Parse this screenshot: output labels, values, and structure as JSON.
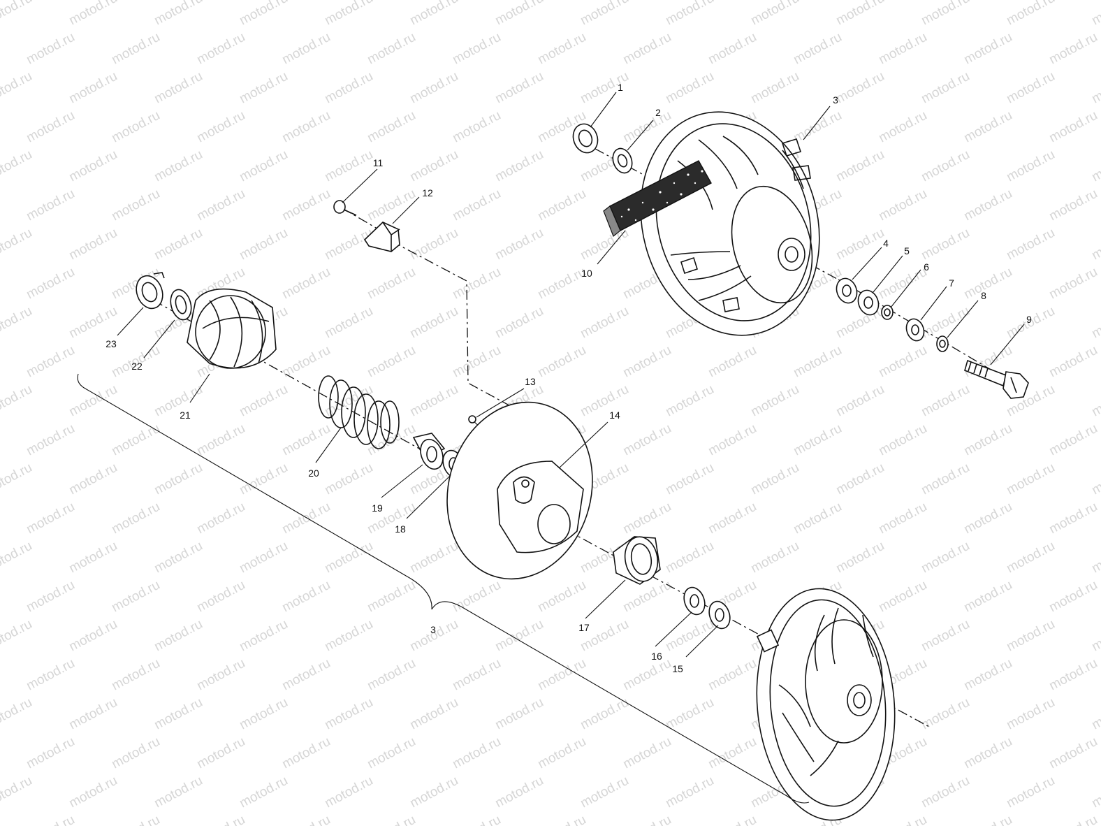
{
  "watermark": {
    "text": "motod.ru",
    "color": "#d6d6d6"
  },
  "callouts": [
    {
      "id": "1",
      "label": "1"
    },
    {
      "id": "2",
      "label": "2"
    },
    {
      "id": "3",
      "label": "3"
    },
    {
      "id": "4",
      "label": "4"
    },
    {
      "id": "5",
      "label": "5"
    },
    {
      "id": "6",
      "label": "6"
    },
    {
      "id": "7",
      "label": "7"
    },
    {
      "id": "8",
      "label": "8"
    },
    {
      "id": "9",
      "label": "9"
    },
    {
      "id": "10",
      "label": "10"
    },
    {
      "id": "11",
      "label": "11"
    },
    {
      "id": "12",
      "label": "12"
    },
    {
      "id": "13",
      "label": "13"
    },
    {
      "id": "14",
      "label": "14"
    },
    {
      "id": "15",
      "label": "15"
    },
    {
      "id": "16",
      "label": "16"
    },
    {
      "id": "17",
      "label": "17"
    },
    {
      "id": "18",
      "label": "18"
    },
    {
      "id": "19",
      "label": "19"
    },
    {
      "id": "20",
      "label": "20"
    },
    {
      "id": "21",
      "label": "21"
    },
    {
      "id": "22",
      "label": "22"
    },
    {
      "id": "23",
      "label": "23"
    },
    {
      "id": "3b",
      "label": "3"
    }
  ]
}
